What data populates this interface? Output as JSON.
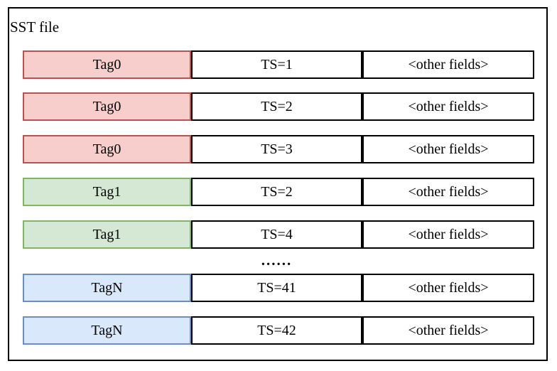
{
  "diagram": {
    "title": "SST file",
    "ellipsis": "......",
    "colors": {
      "tag0_fill": "#f8cecc",
      "tag0_border": "#b85450",
      "tag1_fill": "#d5e8d4",
      "tag1_border": "#82b366",
      "tagN_fill": "#dae8fc",
      "tagN_border": "#6c8ebf",
      "cell_fill": "#ffffff",
      "cell_border": "#000000"
    },
    "rows": [
      {
        "tag": "Tag0",
        "ts": "TS=1",
        "other": "<other fields>",
        "group": "tag0"
      },
      {
        "tag": "Tag0",
        "ts": "TS=2",
        "other": "<other fields>",
        "group": "tag0"
      },
      {
        "tag": "Tag0",
        "ts": "TS=3",
        "other": "<other fields>",
        "group": "tag0"
      },
      {
        "tag": "Tag1",
        "ts": "TS=2",
        "other": "<other fields>",
        "group": "tag1"
      },
      {
        "tag": "Tag1",
        "ts": "TS=4",
        "other": "<other fields>",
        "group": "tag1"
      },
      {
        "tag": "TagN",
        "ts": "TS=41",
        "other": "<other fields>",
        "group": "tagN"
      },
      {
        "tag": "TagN",
        "ts": "TS=42",
        "other": "<other fields>",
        "group": "tagN"
      }
    ]
  }
}
